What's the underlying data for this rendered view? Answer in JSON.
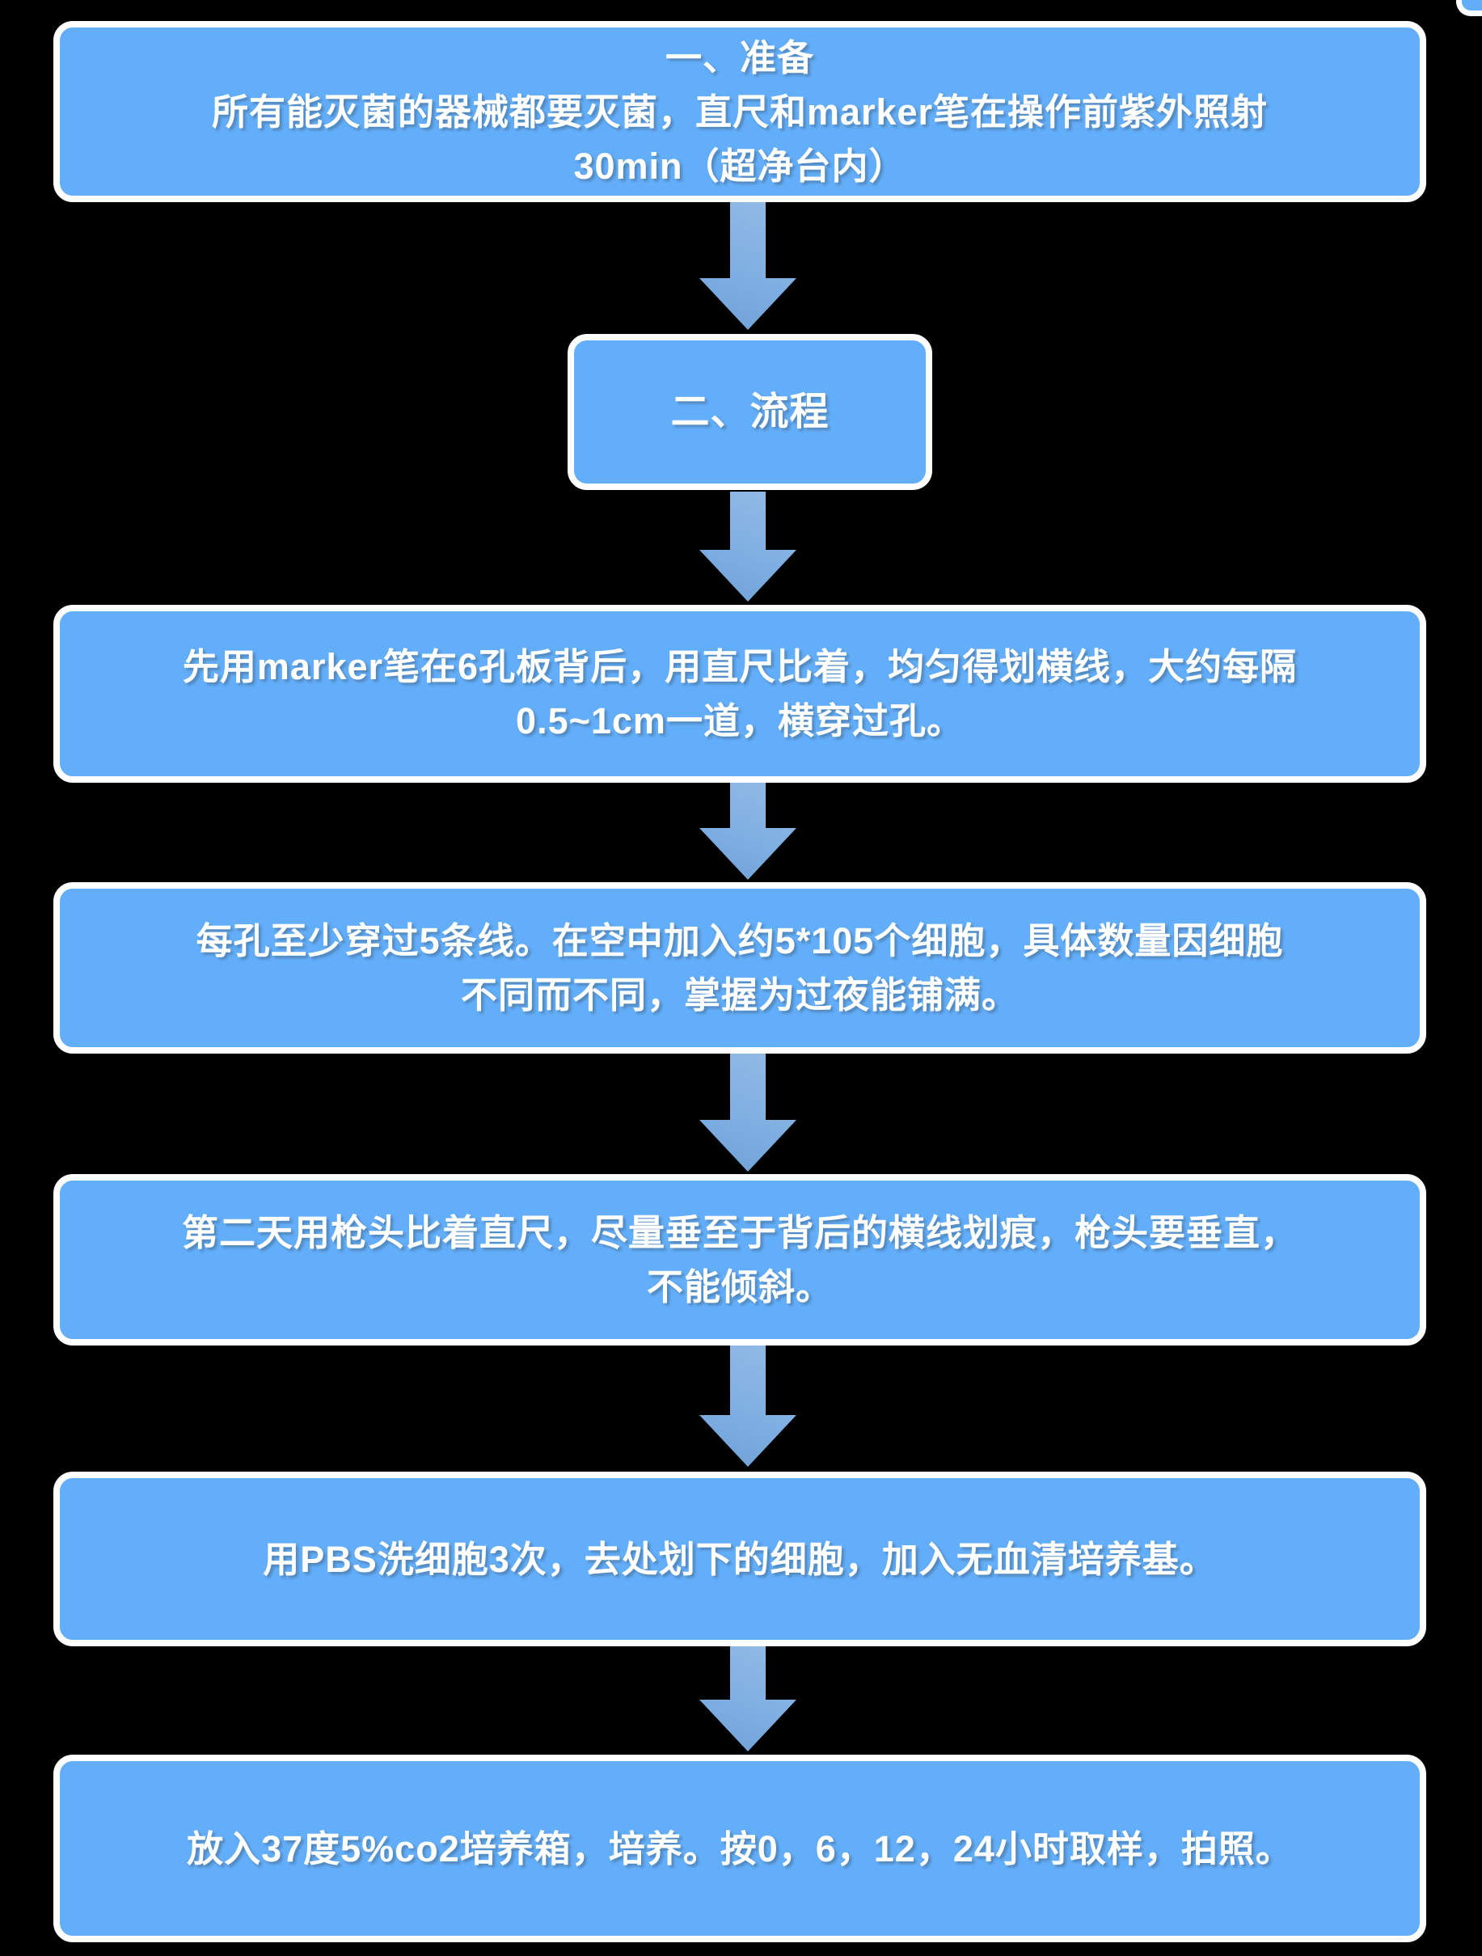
{
  "colors": {
    "background": "#000000",
    "node_fill": "#63aefa",
    "node_border": "#ffffff",
    "node_text": "#ffffff",
    "arrow_light": "#93bae6",
    "arrow_dark": "#6fa1d6"
  },
  "flowchart": {
    "connector": "down-block-arrow",
    "nodes": [
      {
        "name": "preparation",
        "lines": [
          "一、准备",
          "所有能灭菌的器械都要灭菌，直尺和marker笔在操作前紫外照射",
          "30min（超净台内）"
        ]
      },
      {
        "name": "process-title",
        "lines": [
          "二、流程"
        ]
      },
      {
        "name": "step-draw-lines",
        "lines": [
          "先用marker笔在6孔板背后，用直尺比着，均匀得划横线，大约每隔",
          "0.5~1cm一道，横穿过孔。"
        ]
      },
      {
        "name": "step-seed-cells",
        "lines": [
          "每孔至少穿过5条线。在空中加入约5*105个细胞，具体数量因细胞",
          "不同而不同，掌握为过夜能铺满。"
        ]
      },
      {
        "name": "step-scratch",
        "lines": [
          "第二天用枪头比着直尺，尽量垂至于背后的横线划痕，枪头要垂直，",
          "不能倾斜。"
        ]
      },
      {
        "name": "step-wash",
        "lines": [
          "用PBS洗细胞3次，去处划下的细胞，加入无血清培养基。"
        ]
      },
      {
        "name": "step-incubate",
        "lines": [
          "放入37度5%co2培养箱，培养。按0，6，12，24小时取样，拍照。"
        ]
      }
    ]
  }
}
